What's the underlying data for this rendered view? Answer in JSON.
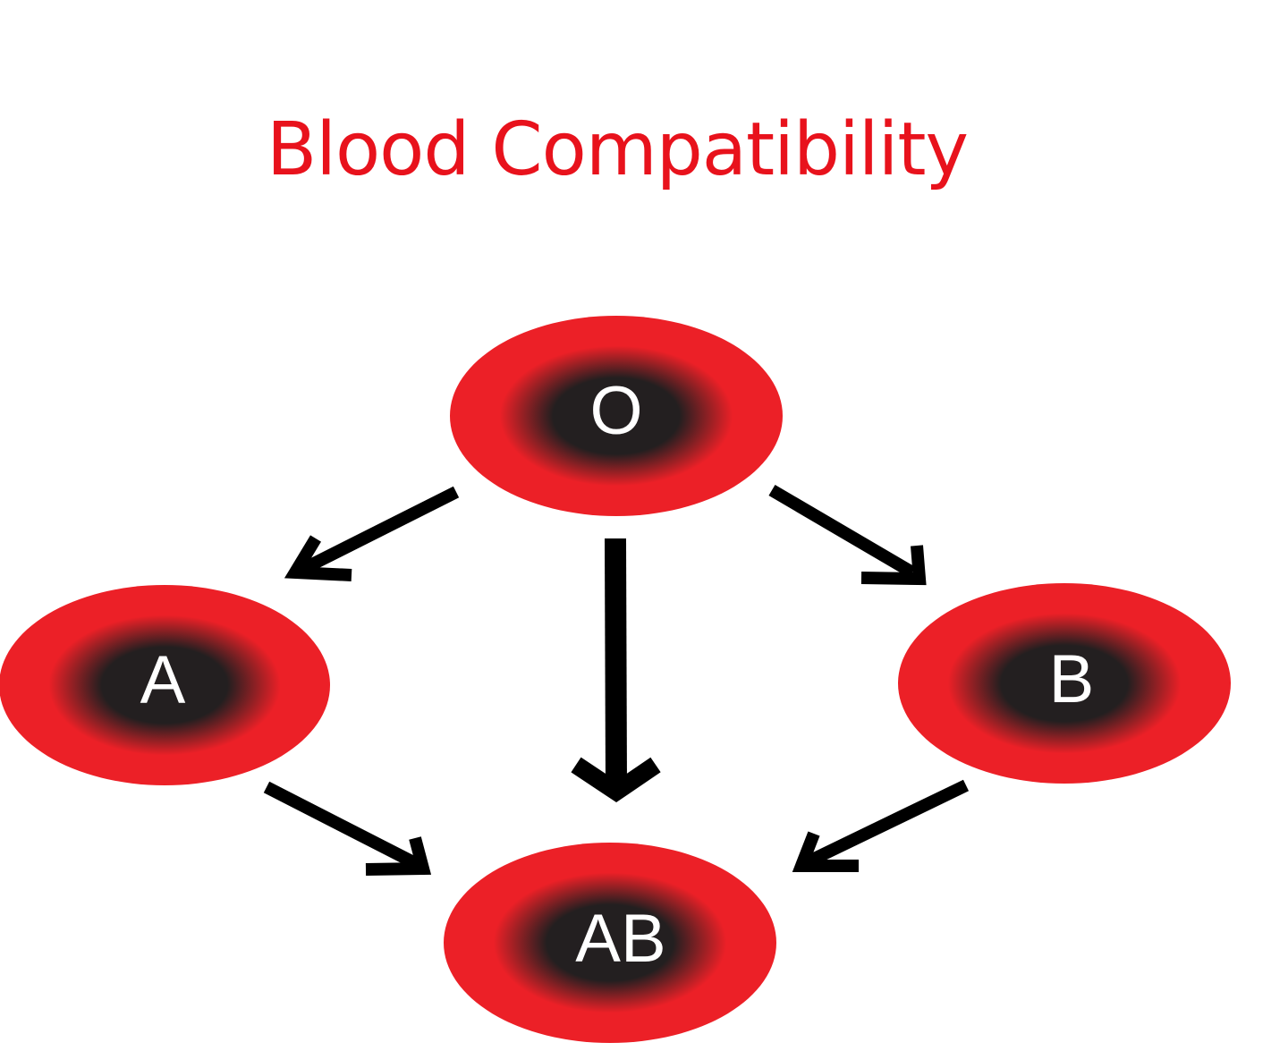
{
  "title": "Blood Compatibility",
  "colors": {
    "title": "#e8121c",
    "cell_outer": "#ec2027",
    "cell_inner": "#231f20",
    "arrow": "#000000",
    "label": "#ffffff"
  },
  "nodes": [
    {
      "id": "O",
      "label": "O"
    },
    {
      "id": "A",
      "label": "A"
    },
    {
      "id": "B",
      "label": "B"
    },
    {
      "id": "AB",
      "label": "AB"
    }
  ],
  "edges": [
    {
      "from": "O",
      "to": "A"
    },
    {
      "from": "O",
      "to": "B"
    },
    {
      "from": "O",
      "to": "AB"
    },
    {
      "from": "A",
      "to": "AB"
    },
    {
      "from": "B",
      "to": "AB"
    }
  ]
}
